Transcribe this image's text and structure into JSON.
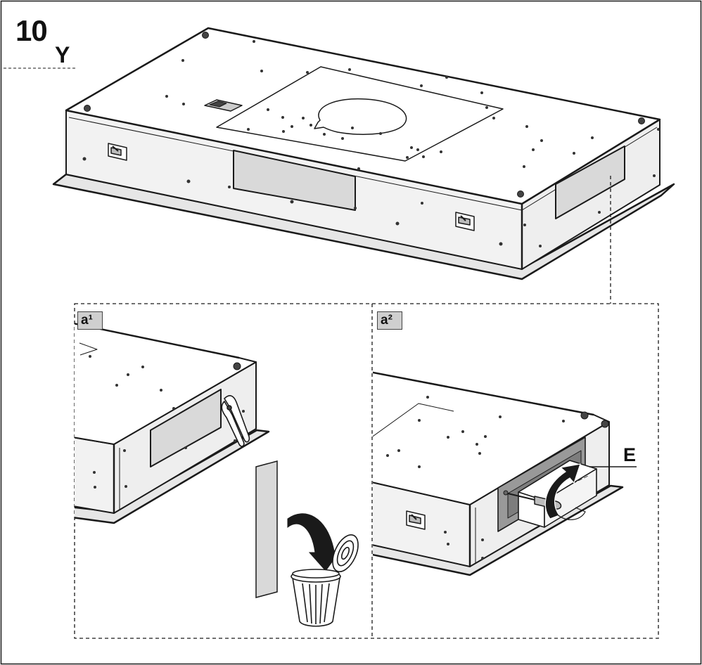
{
  "step": {
    "number": "10",
    "variant": "Y"
  },
  "panels": [
    {
      "tag": "a¹"
    },
    {
      "tag": "a²",
      "callout": "E"
    }
  ],
  "colors": {
    "line": "#1a1a1a",
    "panel_fill": "#f2f2f2",
    "top_fill": "#ffffff",
    "grille_fill": "#d9d9d9",
    "tag_fill": "#cfcfcf"
  }
}
